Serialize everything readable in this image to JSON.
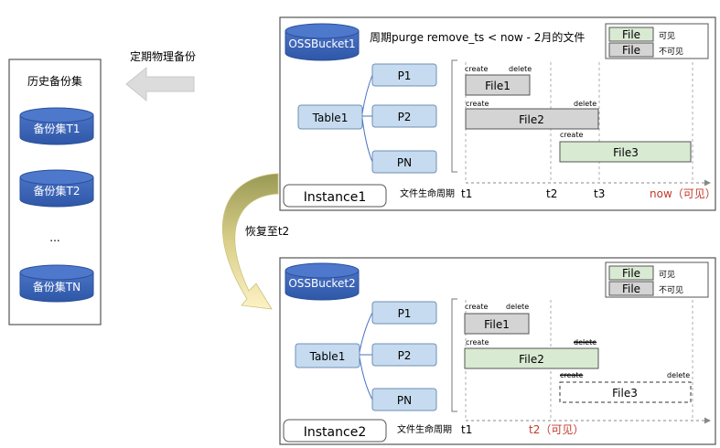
{
  "history_set": {
    "title": "历史备份集",
    "items": [
      "备份集T1",
      "备份集T2",
      "...",
      "备份集TN"
    ]
  },
  "arrow_backup_label": "定期物理备份",
  "arrow_restore_label": "恢复至t2",
  "panel1": {
    "bucket": "OSSBucket1",
    "title": "周期purge remove_ts < now - 2月的文件",
    "legend": [
      {
        "label": "File",
        "note": "可见",
        "color": "#d9ead3"
      },
      {
        "label": "File",
        "note": "不可见",
        "color": "#d4d4d4"
      }
    ],
    "table": "Table1",
    "partitions": [
      "P1",
      "P2",
      "PN"
    ],
    "files": [
      {
        "name": "File1",
        "create": "create",
        "delete": "delete"
      },
      {
        "name": "File2",
        "create": "create",
        "delete": "delete"
      },
      {
        "name": "File3",
        "create": "create"
      }
    ],
    "instance": "Instance1",
    "lifecycle_label": "文件生命周期",
    "ticks": [
      "t1",
      "t2",
      "t3",
      "now（可见）"
    ]
  },
  "panel2": {
    "bucket": "OSSBucket2",
    "legend": [
      {
        "label": "File",
        "note": "可见",
        "color": "#d9ead3"
      },
      {
        "label": "File",
        "note": "不可见",
        "color": "#d4d4d4"
      }
    ],
    "table": "Table1",
    "partitions": [
      "P1",
      "P2",
      "PN"
    ],
    "files": [
      {
        "name": "File1",
        "create": "create",
        "delete": "delete"
      },
      {
        "name": "File2",
        "create": "create",
        "delete": "delete"
      },
      {
        "name": "File3",
        "create": "create",
        "delete": "delete"
      }
    ],
    "instance": "Instance2",
    "lifecycle_label": "文件生命周期",
    "ticks": [
      "t1",
      "t2（可见）"
    ]
  }
}
